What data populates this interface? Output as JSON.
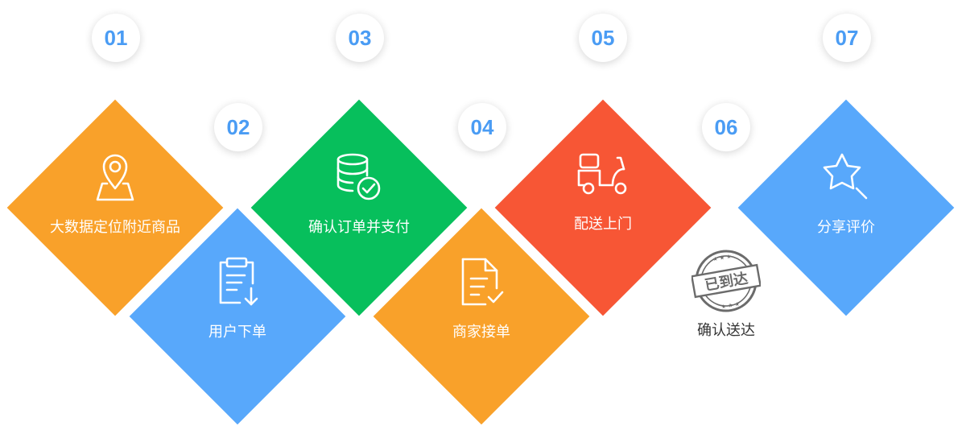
{
  "colors": {
    "orange": "#f9a12a",
    "blue": "#58a8fb",
    "green": "#07bf5c",
    "red": "#f75635",
    "badge_text": "#4a9cf4",
    "stamp": "#6b6b6b"
  },
  "steps": [
    {
      "num": "01",
      "label": "大数据定位附近商品",
      "icon": "location-pin-icon"
    },
    {
      "num": "02",
      "label": "用户下单",
      "icon": "clipboard-download-icon"
    },
    {
      "num": "03",
      "label": "确认订单并支付",
      "icon": "database-check-icon"
    },
    {
      "num": "04",
      "label": "商家接单",
      "icon": "document-check-icon"
    },
    {
      "num": "05",
      "label": "配送上门",
      "icon": "scooter-icon"
    },
    {
      "num": "06",
      "label": "确认送达",
      "icon": "arrived-stamp-icon",
      "stamp_text": "已到达"
    },
    {
      "num": "07",
      "label": "分享评价",
      "icon": "star-search-icon"
    }
  ]
}
